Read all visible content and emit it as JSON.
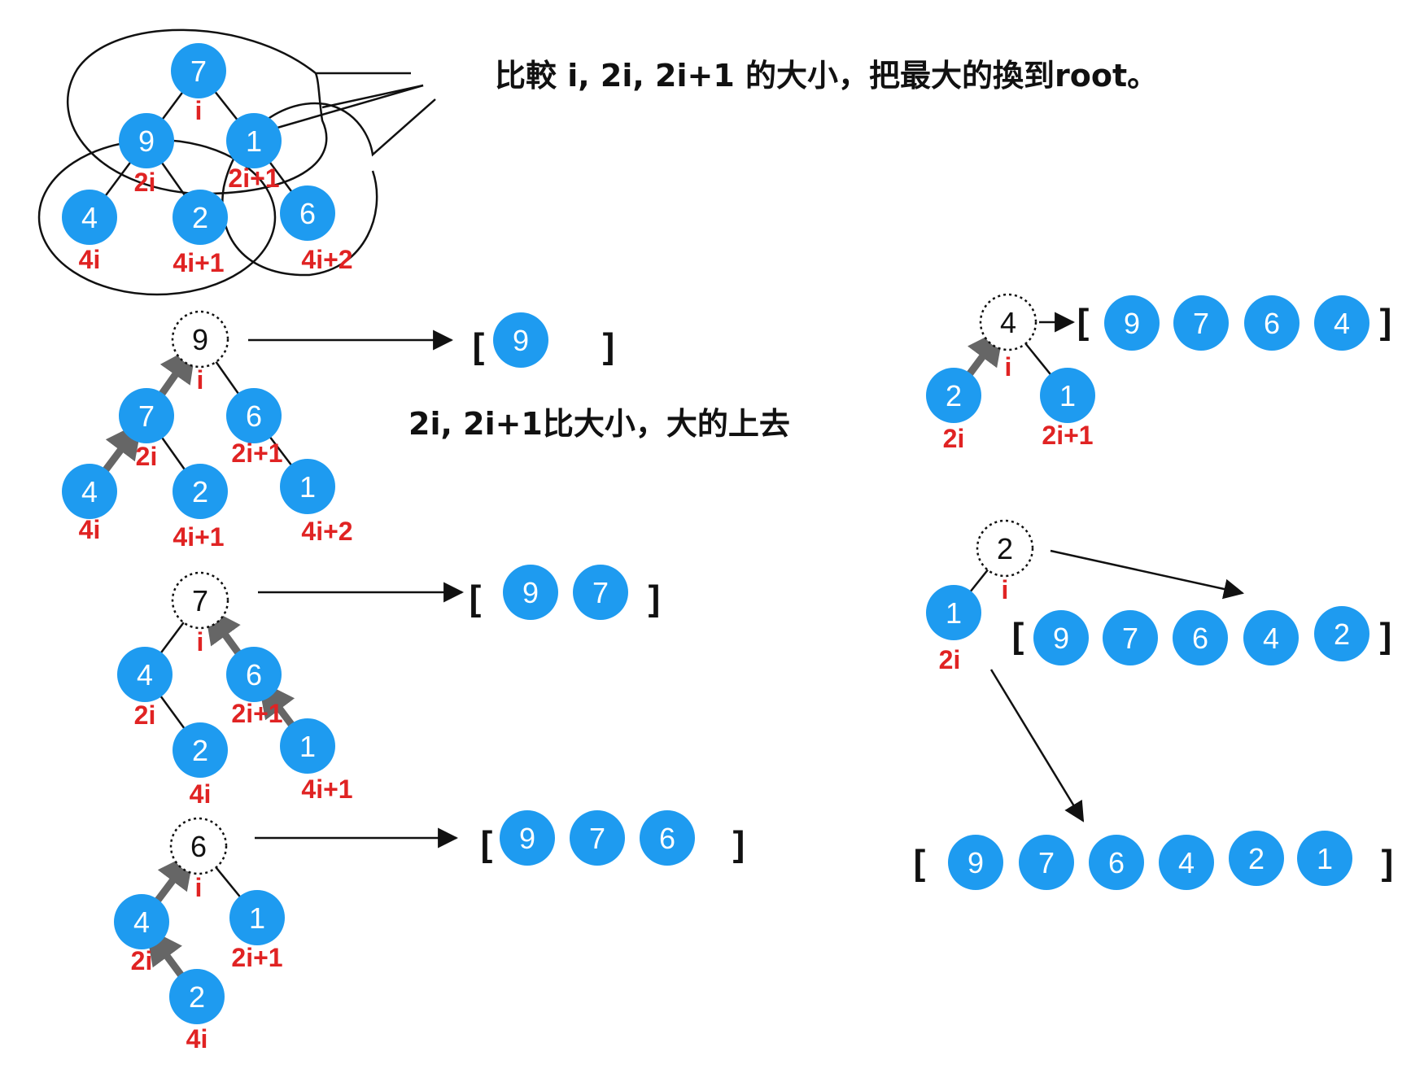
{
  "colors": {
    "node_fill": "#1e9bf0",
    "node_text": "#ffffff",
    "index_label": "#e02323",
    "line": "#111111",
    "swap_arrow": "#666666"
  },
  "notes": {
    "compare_note": "比較 i, 2i, 2i+1 的大小，把最大的換到root。",
    "promote_note": "2i, 2i+1比大小，大的上去"
  },
  "brackets": {
    "open": "[",
    "close": "]"
  },
  "trees": [
    {
      "id": "initial",
      "nodes": [
        {
          "value": "7",
          "label": "i"
        },
        {
          "value": "9",
          "label": "2i"
        },
        {
          "value": "1",
          "label": "2i+1"
        },
        {
          "value": "4",
          "label": "4i"
        },
        {
          "value": "2",
          "label": "4i+1"
        },
        {
          "value": "6",
          "label": "4i+2"
        }
      ]
    },
    {
      "id": "step1",
      "nodes": [
        {
          "value": "9",
          "label": "i"
        },
        {
          "value": "7",
          "label": "2i"
        },
        {
          "value": "6",
          "label": "2i+1"
        },
        {
          "value": "4",
          "label": "4i"
        },
        {
          "value": "2",
          "label": "4i+1"
        },
        {
          "value": "1",
          "label": "4i+2"
        }
      ],
      "output": [
        "9"
      ]
    },
    {
      "id": "step2",
      "nodes": [
        {
          "value": "7",
          "label": "i"
        },
        {
          "value": "4",
          "label": "2i"
        },
        {
          "value": "6",
          "label": "2i+1"
        },
        {
          "value": "2",
          "label": "4i"
        },
        {
          "value": "1",
          "label": "4i+1"
        }
      ],
      "output": [
        "9",
        "7"
      ]
    },
    {
      "id": "step3",
      "nodes": [
        {
          "value": "6",
          "label": "i"
        },
        {
          "value": "4",
          "label": "2i"
        },
        {
          "value": "1",
          "label": "2i+1"
        },
        {
          "value": "2",
          "label": "4i"
        }
      ],
      "output": [
        "9",
        "7",
        "6"
      ]
    },
    {
      "id": "step4",
      "nodes": [
        {
          "value": "4",
          "label": "i"
        },
        {
          "value": "2",
          "label": "2i"
        },
        {
          "value": "1",
          "label": "2i+1"
        }
      ],
      "output": [
        "9",
        "7",
        "6",
        "4"
      ]
    },
    {
      "id": "step5",
      "nodes": [
        {
          "value": "2",
          "label": "i"
        },
        {
          "value": "1",
          "label": "2i"
        }
      ],
      "output": [
        "9",
        "7",
        "6",
        "4",
        "2"
      ]
    }
  ],
  "final_output": [
    "9",
    "7",
    "6",
    "4",
    "2",
    "1"
  ]
}
